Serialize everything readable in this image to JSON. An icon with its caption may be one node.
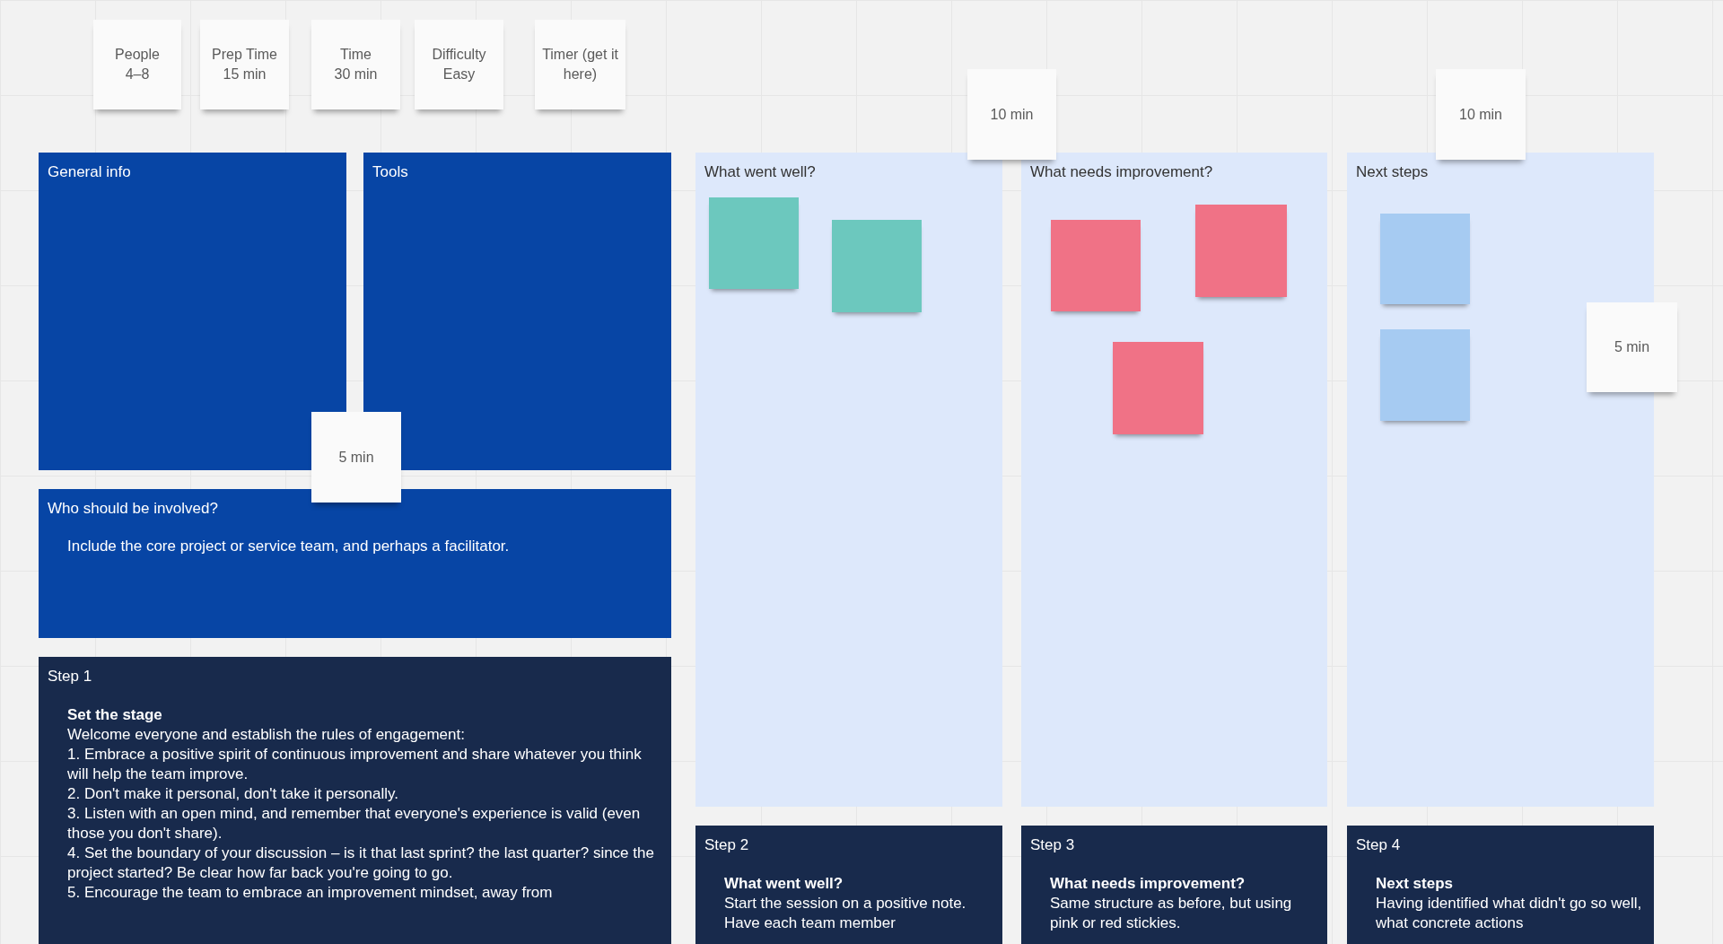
{
  "diagram": {
    "nodes": [
      {
        "text": [
          "People",
          "4–8"
        ]
      },
      {
        "text": [
          "Prep Time",
          "15 min"
        ]
      },
      {
        "text": [
          "Time",
          "30 min"
        ]
      },
      {
        "text": [
          "Difficulty",
          "Easy"
        ]
      },
      {
        "text": [
          "Timer (get it here)"
        ]
      },
      {
        "text": [
          "10 min"
        ]
      },
      {
        "text": [
          "10 min"
        ]
      },
      {
        "text": [
          "General info"
        ]
      },
      {
        "text": [
          "Tools"
        ]
      },
      {
        "text": [
          "What went well?"
        ]
      },
      {
        "text": [],
        "shape": "box",
        "in": 9
      },
      {
        "text": [],
        "shape": "box",
        "in": 9
      },
      {
        "text": [
          "What needs improvement?"
        ]
      },
      {
        "text": [],
        "shape": "box",
        "in": 12
      },
      {
        "text": [],
        "shape": "box",
        "in": 12
      },
      {
        "text": [],
        "shape": "box",
        "in": 12
      },
      {
        "text": [
          "Next steps"
        ]
      },
      {
        "text": [],
        "shape": "box",
        "in": 16
      },
      {
        "text": [],
        "shape": "box",
        "in": 16
      },
      {
        "text": [
          "5 min"
        ]
      },
      {
        "text": [
          "5 min"
        ]
      },
      {
        "text": [
          "Who should be involved?",
          "Include the core project or service team, and perhaps a facilitator."
        ]
      },
      {
        "text": [
          "Step 1",
          "Set the stage",
          "Welcome everyone and establish the rules of engagement:",
          "1. Embrace a positive spirit of continuous improvement and share whatever you think will help the team improve.",
          "2. Don't make it personal, don't take it personally.",
          "3. Listen with an open mind, and remember that everyone's experience is valid (even those you don't share).",
          "4. Set the boundary of your discussion – is it that last sprint? the last quarter? since the project started? Be clear how far back you're going to go.",
          "5. Encourage the team to embrace an improvement mindset, away from"
        ]
      },
      {
        "text": [
          "Step 2",
          "What went well?",
          "Start the session on a positive note. Have each team member"
        ]
      },
      {
        "text": [
          "Step 3",
          "What needs improvement?",
          "Same structure as before, but using pink or red stickies."
        ]
      },
      {
        "text": [
          "Step 4",
          "Next steps",
          "Having identified what didn't go so well, what concrete actions"
        ]
      }
    ]
  }
}
